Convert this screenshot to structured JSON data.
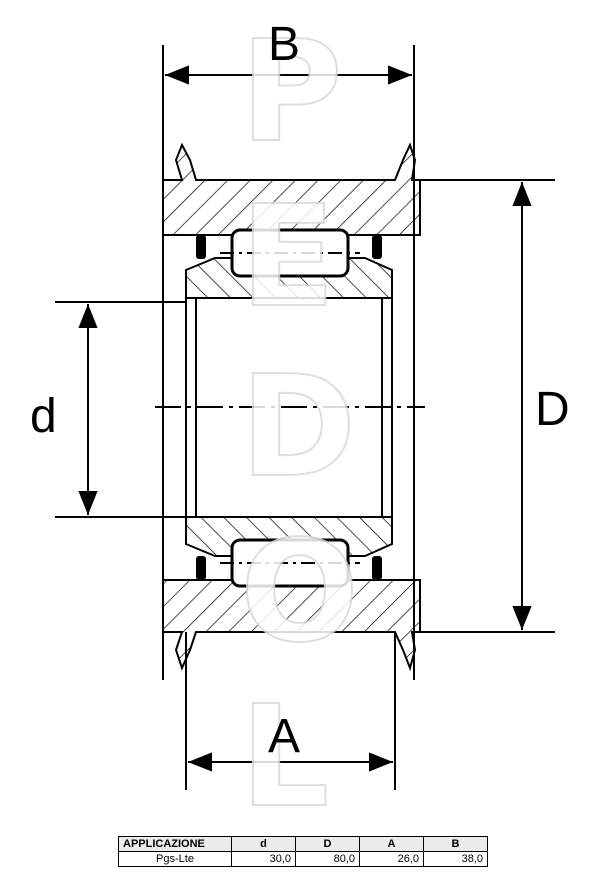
{
  "labels": {
    "B": "B",
    "d": "d",
    "D": "D",
    "A": "A"
  },
  "watermark": [
    "P",
    "E",
    "D",
    "O",
    "L"
  ],
  "table": {
    "headers": [
      "APPLICAZIONE",
      "d",
      "D",
      "A",
      "B"
    ],
    "rows": [
      [
        "Pgs-Lte",
        "30,0",
        "80,0",
        "26,0",
        "38,0"
      ]
    ]
  }
}
